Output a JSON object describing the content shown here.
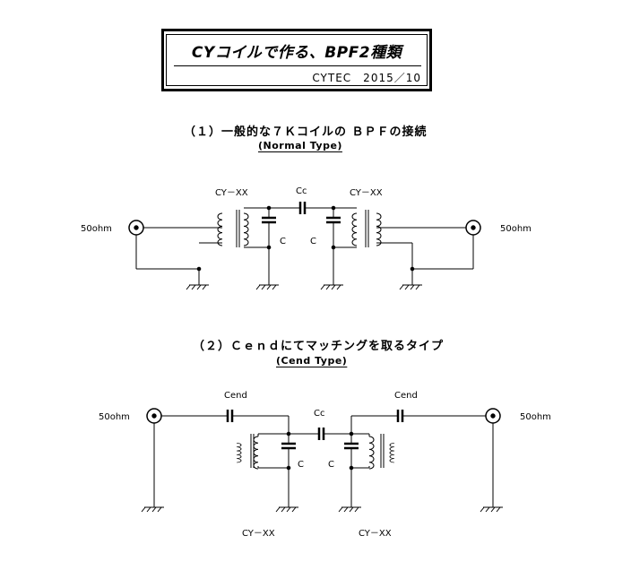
{
  "title": {
    "main": "CYコイルで作る、BPF2種類",
    "sub": "CYTEC　2015／10"
  },
  "section1": {
    "heading": "（１）一般的な７Ｋコイルの ＢＰＦの接続",
    "subheading": "(Normal Type)",
    "labels": {
      "coil_left": "CY－XX",
      "coil_right": "CY－XX",
      "cc": "Cc",
      "c_left": "C",
      "c_right": "C",
      "port_left": "50ohm",
      "port_right": "50ohm"
    }
  },
  "section2": {
    "heading": "（２）Ｃｅｎｄにてマッチングを取るタイプ",
    "subheading": "(Cend Type)",
    "labels": {
      "cend_left": "Cend",
      "cend_right": "Cend",
      "cc": "Cc",
      "c_left": "C",
      "c_right": "C",
      "port_left": "50ohm",
      "port_right": "50ohm",
      "coil_left": "CY－XX",
      "coil_right": "CY－XX"
    }
  }
}
